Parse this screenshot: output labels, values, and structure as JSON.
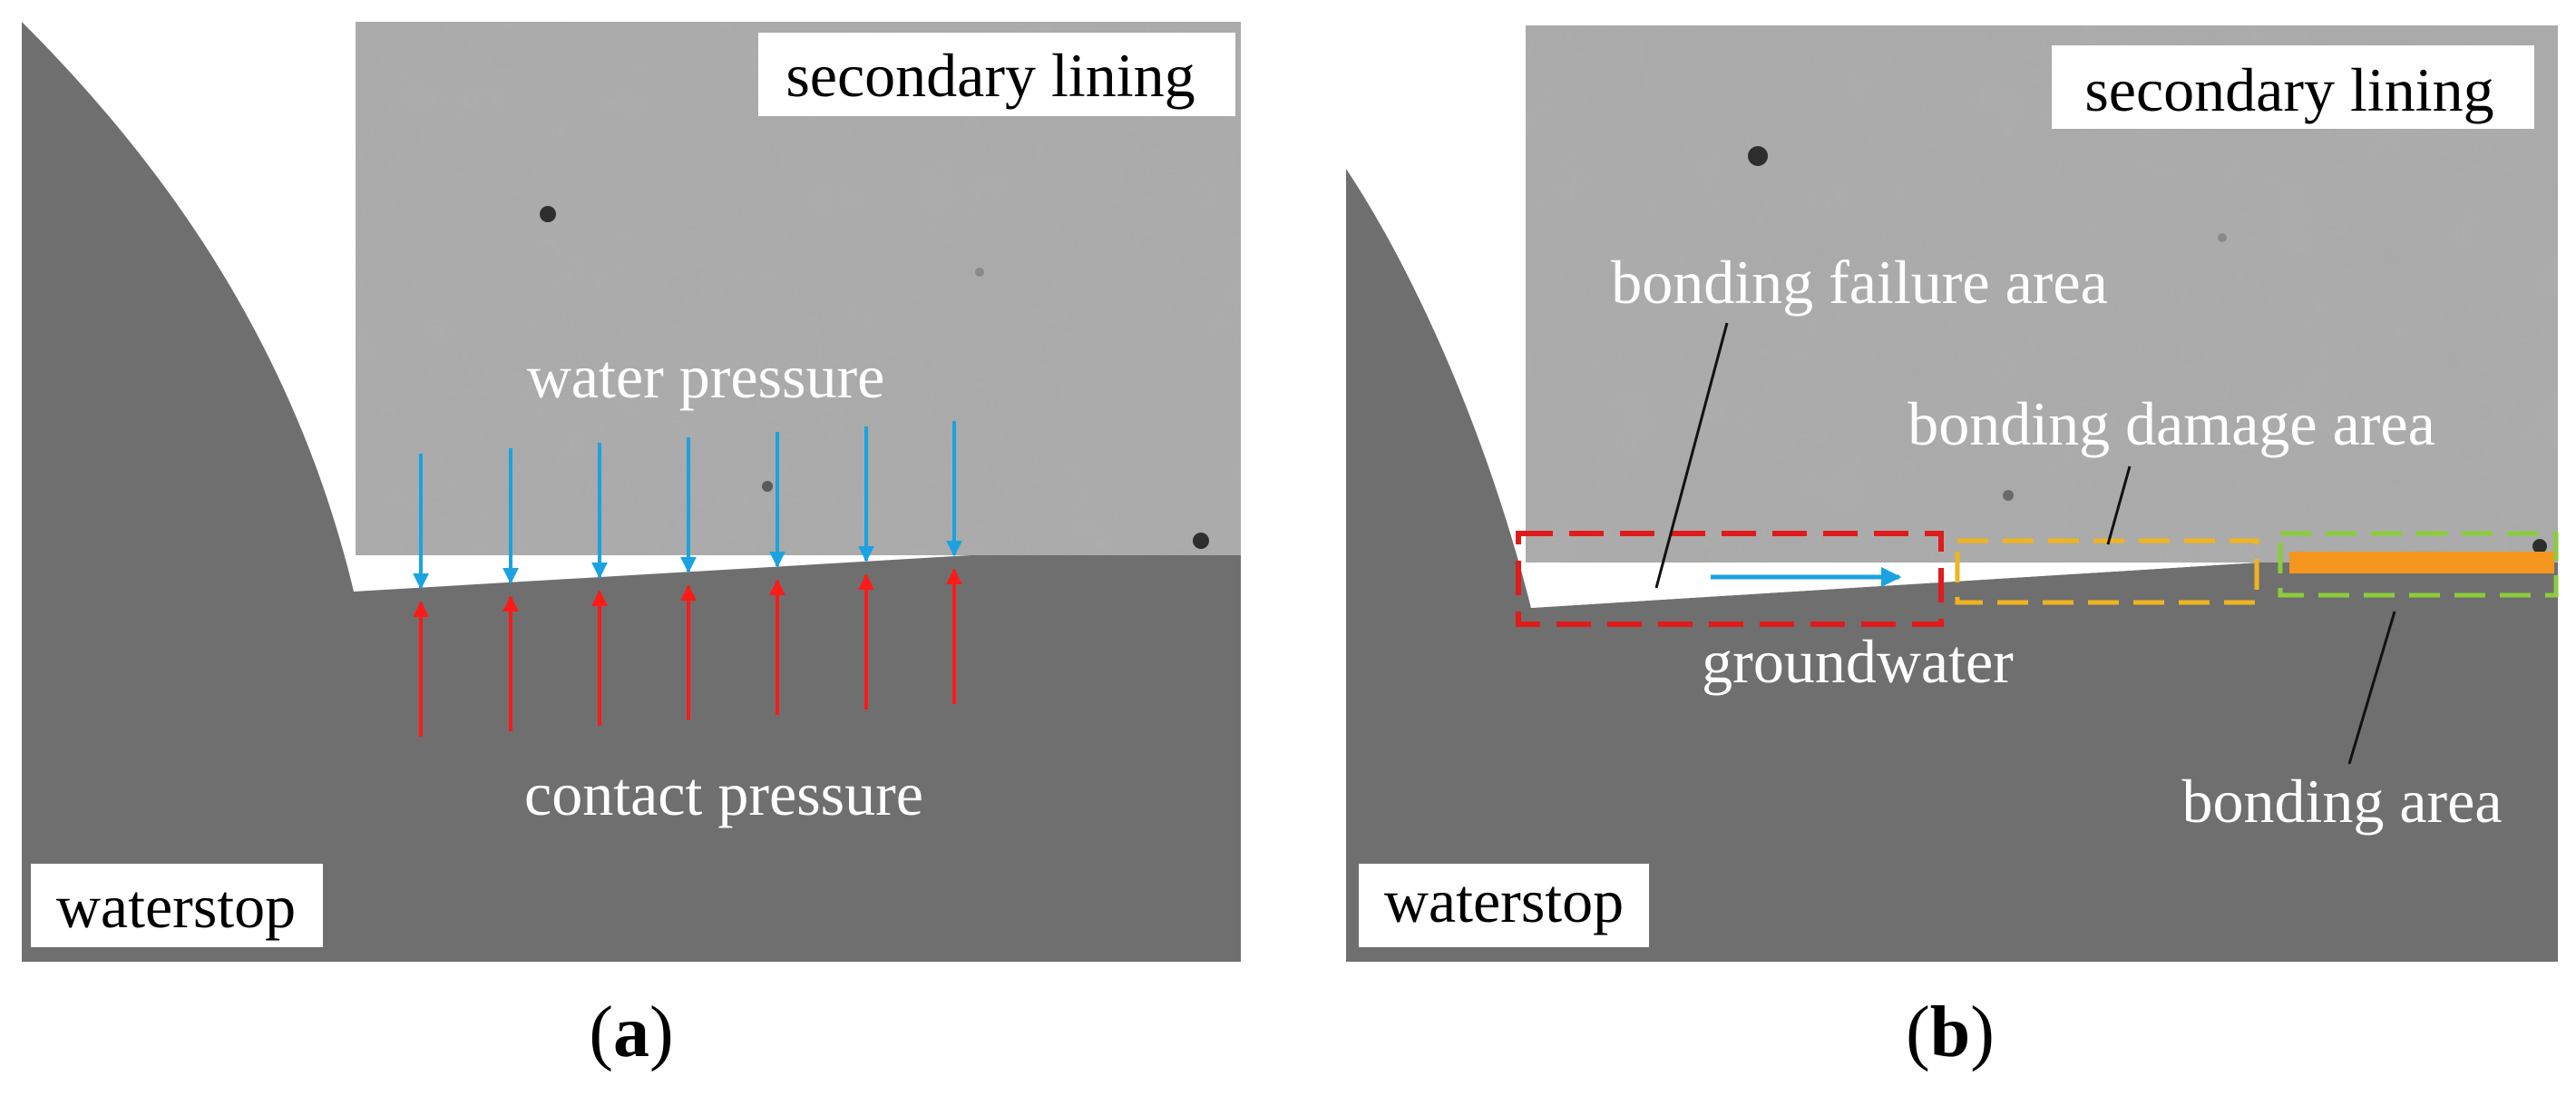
{
  "panel_a": {
    "caption_letter": "a",
    "label_secondary_lining": "secondary lining",
    "label_water_pressure": "water pressure",
    "label_contact_pressure": "contact pressure",
    "label_waterstop": "waterstop",
    "colors": {
      "water_pressure_arrow": "#1aa3e0",
      "contact_pressure_arrow": "#ff1a1a"
    }
  },
  "panel_b": {
    "caption_letter": "b",
    "label_secondary_lining": "secondary lining",
    "label_bonding_failure_area": "bonding failure area",
    "label_bonding_damage_area": "bonding damage area",
    "label_groundwater": "groundwater",
    "label_bonding_area": "bonding area",
    "label_waterstop": "waterstop",
    "colors": {
      "failure_box": "#e01b1b",
      "damage_box": "#f0b41e",
      "bonding_box": "#8ccc3c",
      "bonding_strip": "#f5961e",
      "groundwater_arrow": "#1aa3e0"
    }
  },
  "colors": {
    "concrete": "#a9a9a9",
    "waterstop": "#6f6f6f",
    "background": "#ffffff"
  }
}
